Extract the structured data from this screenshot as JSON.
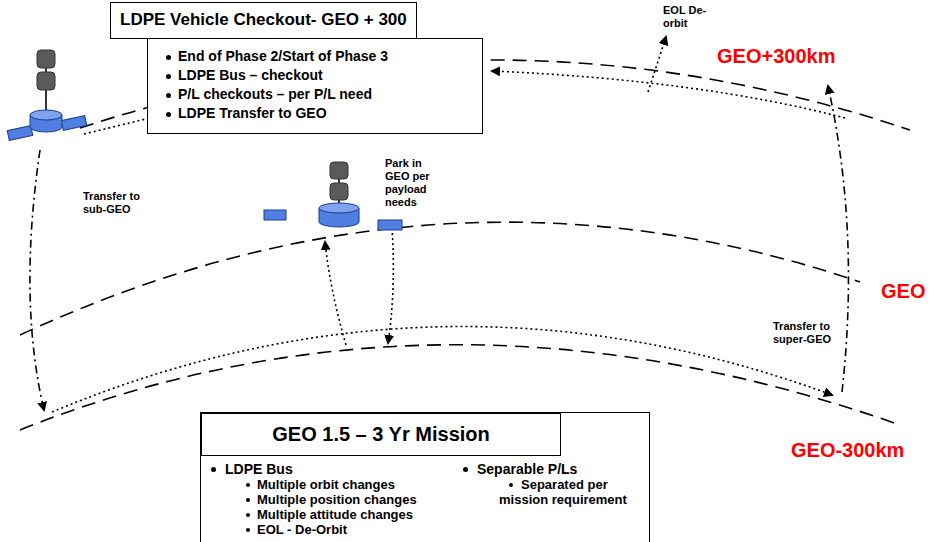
{
  "diagram": {
    "title": "LDPE Vehicle Checkout- GEO + 300",
    "nodes": [
      {
        "text": [
          "End of Phase 2/Start of Phase 3",
          "LDPE Bus – checkout",
          "P/L checkouts – per P/L need",
          "LDPE Transfer to GEO"
        ]
      },
      {
        "text": [
          "LDPE Bus",
          "Multiple orbit changes",
          "Multiple position changes",
          "Multiple attitude changes",
          "EOL - De-Orbit",
          "Separable P/Ls",
          "Separated per mission requirement"
        ]
      },
      {
        "text": [
          "GEO 1.5 – 3 Yr Mission"
        ],
        "in": 1
      }
    ],
    "labels": [
      "EOL De-orbit",
      "GEO+300km",
      "Transfer to sub-GEO",
      "Park in GEO per payload needs",
      "GEO",
      "Transfer to super-GEO",
      "GEO-300km"
    ]
  }
}
